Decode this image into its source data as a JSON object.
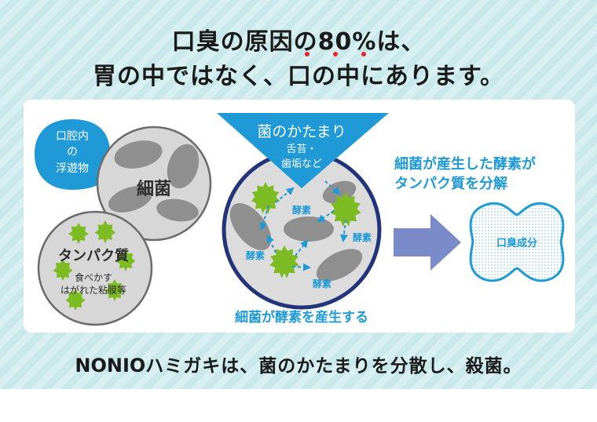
{
  "headline": {
    "line1": "口臭の原因の80%は、",
    "line2": "胃の中ではなく、口の中にあります。"
  },
  "bubble": {
    "line1": "口腔内",
    "line2": "の",
    "line3": "浮遊物"
  },
  "bacteria_label": "細菌",
  "protein": {
    "title": "タンパク質",
    "line1": "食べかす",
    "line2": "はがれた粘膜等"
  },
  "cluster": {
    "title": "菌のかたまり",
    "sub1": "舌苔・",
    "sub2": "歯垢など"
  },
  "enzyme_label": "酵素",
  "bottom_caption": "細菌が酵素を産生する",
  "right_caption": {
    "line1": "細菌が産生した酵素が",
    "line2": "タンパク質を分解"
  },
  "result_label": "口臭成分",
  "footer": {
    "brand": "NONIO",
    "text": "ハミガキは、菌のかたまりを分散し、殺菌。"
  },
  "colors": {
    "accent_blue": "#1f9ad6",
    "navy": "#22357a",
    "green": "#7dbb23",
    "gray_circle": "#d7d7d7",
    "gray_blob": "#8f8f8f",
    "arrow": "#7b8ac8",
    "emphasis_dot": "#e6262b"
  }
}
